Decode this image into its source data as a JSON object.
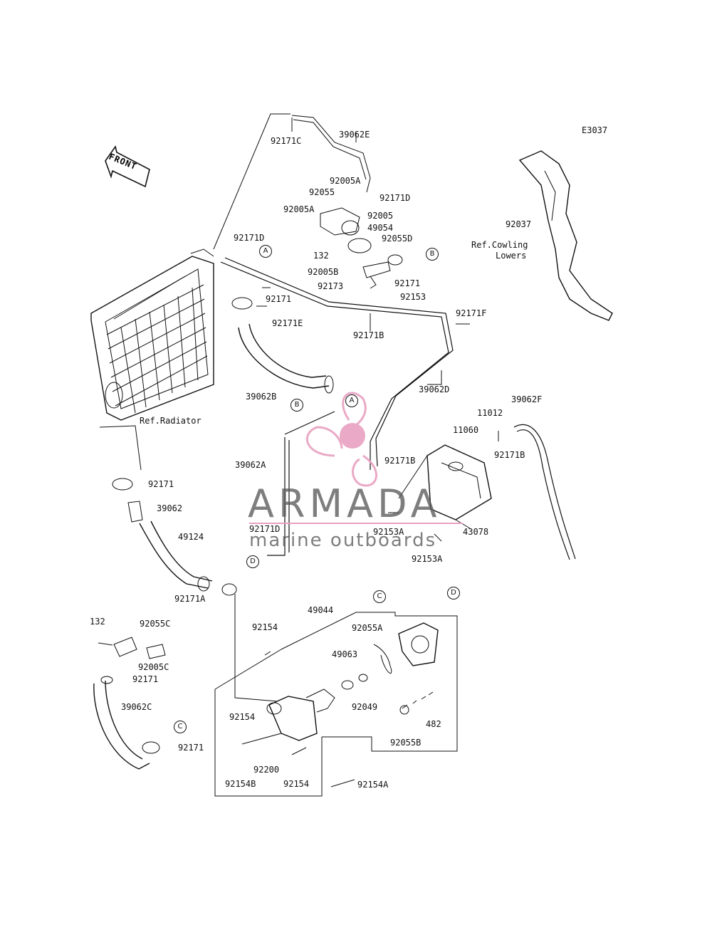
{
  "diagram_code": "E3037",
  "front_label": "FRONT",
  "watermark": {
    "title": "ARMADA",
    "subtitle": "marine outboards",
    "accent": "#e8a0c0"
  },
  "labels": {
    "l92171C": "92171C",
    "l39062E": "39062E",
    "l92005A_1": "92005A",
    "l92055": "92055",
    "l92171D_1": "92171D",
    "l92005A_2": "92005A",
    "l92005": "92005",
    "l49054": "49054",
    "l92171D_2": "92171D",
    "l92055D": "92055D",
    "l132_1": "132",
    "l92005B": "92005B",
    "l92171_1": "92171",
    "l92173": "92173",
    "l92153": "92153",
    "l92171_2": "92171",
    "l92171E": "92171E",
    "l92171B_1": "92171B",
    "l92171F": "92171F",
    "l39062D": "39062D",
    "l39062B": "39062B",
    "l92037": "92037",
    "refCowling1": "Ref.Cowling",
    "refCowling2": "Lowers",
    "refRadiator": "Ref.Radiator",
    "l39062F": "39062F",
    "l11012": "11012",
    "l11060": "11060",
    "l92171B_2": "92171B",
    "l39062A": "39062A",
    "l92171B_3": "92171B",
    "l92153A_1": "92153A",
    "l43078": "43078",
    "l92171D_3": "92171D",
    "l92153A_2": "92153A",
    "l92171_3": "92171",
    "l39062": "39062",
    "l49124": "49124",
    "l92171A": "92171A",
    "l49044": "49044",
    "l132_2": "132",
    "l92055C": "92055C",
    "l92154_1": "92154",
    "l92055A": "92055A",
    "l92005C": "92005C",
    "l92171_4": "92171",
    "l49063": "49063",
    "l39062C": "39062C",
    "l92049": "92049",
    "l92154_2": "92154",
    "l482": "482",
    "l92055B": "92055B",
    "l92171_5": "92171",
    "l92200": "92200",
    "l92154B": "92154B",
    "l92154_3": "92154",
    "l92154A": "92154A"
  },
  "callouts": {
    "A": "A",
    "B": "B",
    "C": "C",
    "D": "D"
  }
}
